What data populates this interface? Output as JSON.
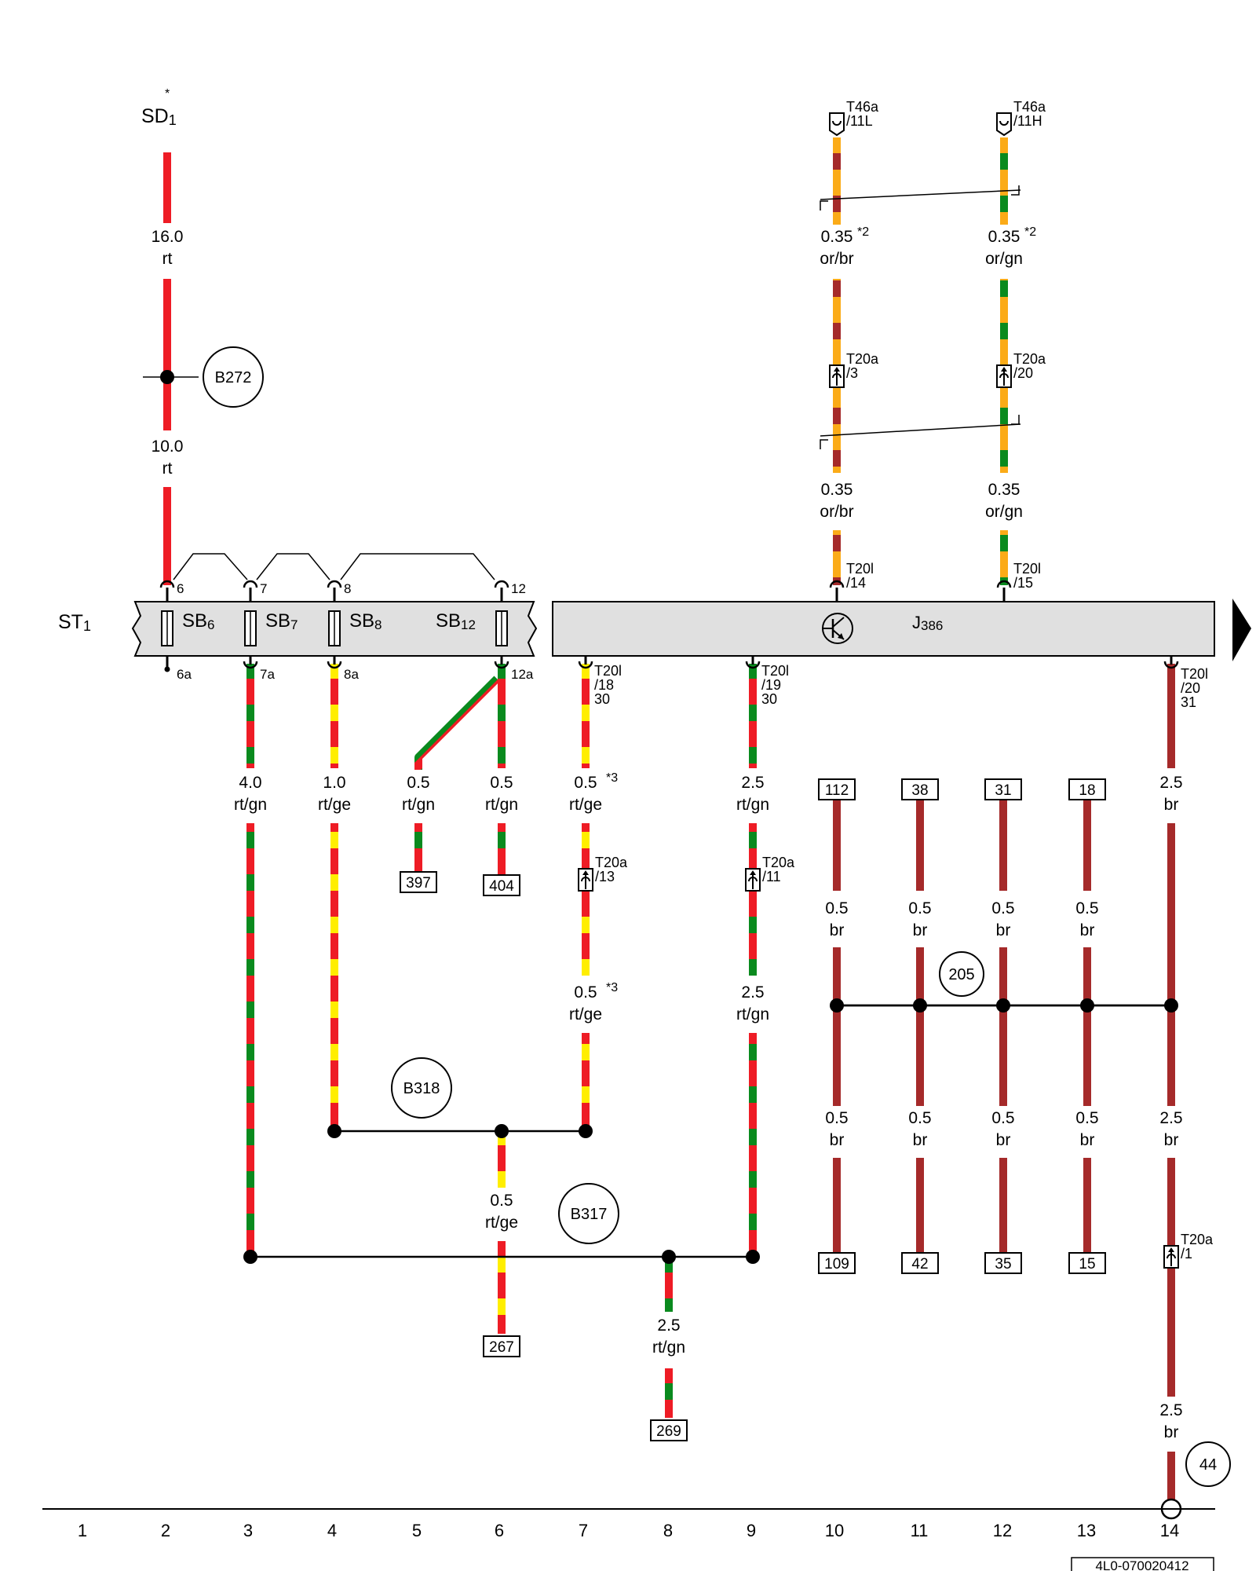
{
  "colors": {
    "rt": "#ee1c25",
    "gn": "#0a8a1e",
    "ge": "#ffee00",
    "or": "#fbab18",
    "br": "#a52a2a",
    "box": "#e0e0e0"
  },
  "supply": {
    "label_main": "SD",
    "label_sub": "1",
    "star": "*"
  },
  "fuse_box": {
    "label_main": "ST",
    "label_sub": "1",
    "fuses": [
      {
        "name": "SB",
        "sub": "6",
        "pin_in": "6",
        "pin_out": "6a"
      },
      {
        "name": "SB",
        "sub": "7",
        "pin_in": "7",
        "pin_out": "7a"
      },
      {
        "name": "SB",
        "sub": "8",
        "pin_in": "8",
        "pin_out": "8a"
      },
      {
        "name": "SB",
        "sub": "12",
        "pin_in": "12",
        "pin_out": "12a"
      }
    ]
  },
  "module": {
    "label_main": "J",
    "label_sub": "386"
  },
  "wire_labels": [
    {
      "size": "16.0",
      "color": "rt",
      "note": ""
    },
    {
      "size": "10.0",
      "color": "rt",
      "note": ""
    },
    {
      "size": "0.35",
      "color": "or/br",
      "note": "*2"
    },
    {
      "size": "0.35",
      "color": "or/gn",
      "note": "*2"
    },
    {
      "size": "0.35",
      "color": "or/br",
      "note": ""
    },
    {
      "size": "0.35",
      "color": "or/gn",
      "note": ""
    },
    {
      "size": "4.0",
      "color": "rt/gn",
      "note": ""
    },
    {
      "size": "1.0",
      "color": "rt/ge",
      "note": ""
    },
    {
      "size": "0.5",
      "color": "rt/gn",
      "note": ""
    },
    {
      "size": "0.5",
      "color": "rt/gn",
      "note": ""
    },
    {
      "size": "0.5",
      "color": "rt/ge",
      "note": "*3"
    },
    {
      "size": "2.5",
      "color": "rt/gn",
      "note": ""
    },
    {
      "size": "2.5",
      "color": "br",
      "note": ""
    },
    {
      "size": "0.5",
      "color": "rt/ge",
      "note": "*3"
    },
    {
      "size": "2.5",
      "color": "rt/gn",
      "note": ""
    },
    {
      "size": "0.5",
      "color": "rt/ge",
      "note": ""
    },
    {
      "size": "2.5",
      "color": "rt/gn",
      "note": ""
    },
    {
      "size": "0.5",
      "color": "br",
      "note": ""
    },
    {
      "size": "0.5",
      "color": "br",
      "note": ""
    },
    {
      "size": "0.5",
      "color": "br",
      "note": ""
    },
    {
      "size": "0.5",
      "color": "br",
      "note": ""
    },
    {
      "size": "0.5",
      "color": "br",
      "note": ""
    },
    {
      "size": "0.5",
      "color": "br",
      "note": ""
    },
    {
      "size": "0.5",
      "color": "br",
      "note": ""
    },
    {
      "size": "0.5",
      "color": "br",
      "note": ""
    },
    {
      "size": "2.5",
      "color": "br",
      "note": ""
    },
    {
      "size": "2.5",
      "color": "br",
      "note": ""
    }
  ],
  "connectors": [
    {
      "name": "T46a",
      "pin": "/11L"
    },
    {
      "name": "T46a",
      "pin": "/11H"
    },
    {
      "name": "T20a",
      "pin": "/3"
    },
    {
      "name": "T20a",
      "pin": "/20"
    },
    {
      "name": "T20l",
      "pin": "/14"
    },
    {
      "name": "T20l",
      "pin": "/15"
    },
    {
      "name": "T20l",
      "pin": "/18",
      "extra": "30"
    },
    {
      "name": "T20l",
      "pin": "/19",
      "extra": "30"
    },
    {
      "name": "T20l",
      "pin": "/20",
      "extra": "31"
    },
    {
      "name": "T20a",
      "pin": "/13"
    },
    {
      "name": "T20a",
      "pin": "/11"
    },
    {
      "name": "T20a",
      "pin": "/1"
    }
  ],
  "ground_points": [
    "B272",
    "B318",
    "B317",
    "205",
    "44"
  ],
  "references": [
    "397",
    "404",
    "267",
    "269",
    "112",
    "38",
    "31",
    "18",
    "109",
    "42",
    "35",
    "15"
  ],
  "grid": [
    "1",
    "2",
    "3",
    "4",
    "5",
    "6",
    "7",
    "8",
    "9",
    "10",
    "11",
    "12",
    "13",
    "14"
  ],
  "doc_id": "4L0-070020412"
}
